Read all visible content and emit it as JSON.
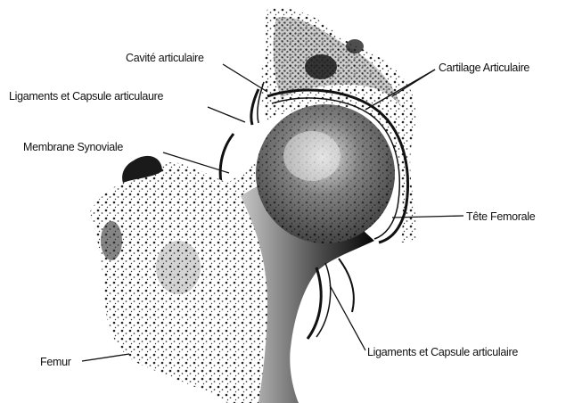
{
  "labels": {
    "cavite": "Cavité articulaire",
    "ligaments_top": "Ligaments et Capsule articulaure",
    "membrane": "Membrane Synoviale",
    "cartilage": "Cartilage Articulaire",
    "tete": "Tête Femorale",
    "ligaments_bottom": "Ligaments et Capsule articulaire",
    "femur": "Femur"
  }
}
